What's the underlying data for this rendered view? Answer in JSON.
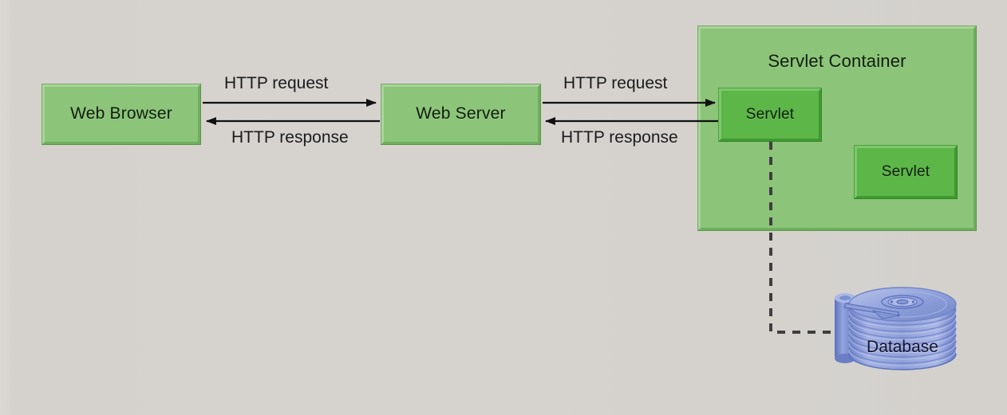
{
  "diagram": {
    "title": "Web application request flow with servlet container and database",
    "background_color": "#d6d3cf",
    "nodes": {
      "web_browser": {
        "label": "Web Browser",
        "color": "#8cc47a"
      },
      "web_server": {
        "label": "Web Server",
        "color": "#8cc47a"
      },
      "servlet_container": {
        "label": "Servlet Container",
        "color": "#8cc47a"
      },
      "servlet_one": {
        "label": "Servlet",
        "color": "#5cb648"
      },
      "servlet_two": {
        "label": "Servlet",
        "color": "#5cb648"
      },
      "database": {
        "label": "Database",
        "color": "#7f92cf"
      }
    },
    "edges": {
      "browser_to_server_request": {
        "label": "HTTP request",
        "direction": "right"
      },
      "server_to_browser_response": {
        "label": "HTTP response",
        "direction": "left"
      },
      "server_to_servlet_request": {
        "label": "HTTP request",
        "direction": "right"
      },
      "servlet_to_server_response": {
        "label": "HTTP response",
        "direction": "left"
      },
      "servlet_to_database": {
        "label": "",
        "direction": "dashed",
        "style": "dashed"
      }
    }
  }
}
